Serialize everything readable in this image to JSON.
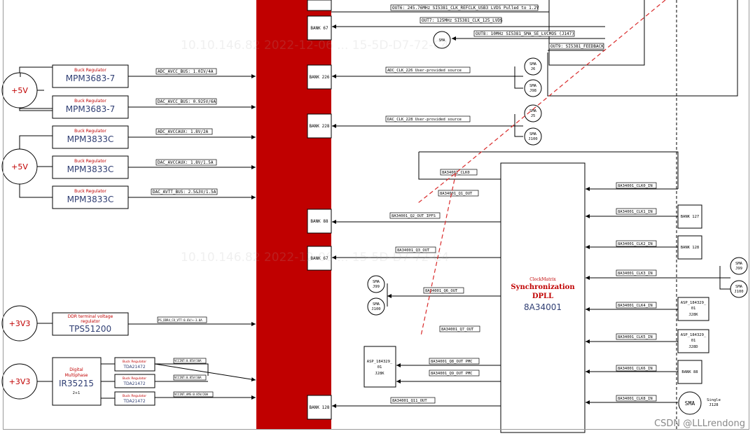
{
  "fpga": {
    "color": "#c00000"
  },
  "supplies": [
    {
      "label": "+5V"
    },
    {
      "label": "+5V"
    },
    {
      "label": "+3V3"
    },
    {
      "label": "+3V3"
    }
  ],
  "regulators": [
    {
      "title": "Buck Regulator",
      "part": "MPM3683-7",
      "rail": "ADC_AVCC_BUS: 1.0IV/4A"
    },
    {
      "title": "Buck Regulator",
      "part": "MPM3683-7",
      "rail": "DAC_AVCC_BUS: 0.925V/6A"
    },
    {
      "title": "Buck Regulator",
      "part": "MPM3833C",
      "rail": "ADC_AVCCAUX: 1.8V/2A"
    },
    {
      "title": "Buck Regulator",
      "part": "MPM3833C",
      "rail": "DAC_AVCCAUX: 1.8V/1.5A"
    },
    {
      "title": "Buck Regulator",
      "part": "MPM3833C",
      "rail": "DAC_AVTT_BUS: 2.5&3V/1.5A"
    }
  ],
  "ddr_reg": {
    "title_line1": "DDR terminal voltage",
    "title_line2": "regulator",
    "part": "TPS51200",
    "rail": "PS_DDR4_CO_VTT:0.6V/+-3.0A"
  },
  "digital_mp": {
    "title_line1": "Digital",
    "title_line2": "Multiphase",
    "part": "IR35215",
    "sub": "2+1"
  },
  "tda": [
    {
      "title": "Buck Regulator",
      "part": "TDA21472",
      "rail": "VCCINT:0.85V/30A"
    },
    {
      "title": "Buck Regulator",
      "part": "TDA21472",
      "rail": "VCCINT:0.85V/30A"
    },
    {
      "title": "Buck Regulator",
      "part": "TDA21472",
      "rail": "VCCINT_AMS:0.85V/20A"
    }
  ],
  "banks_left": [
    "BANK 67",
    "BANK 226",
    "BANK 228",
    "BANK 88",
    "BANK 67",
    "BANK 128"
  ],
  "top_signals": [
    "OUT6: 245.76MHz SI5381_CLK_REFCLK_USB3 LVDS Pulled to 1.2V",
    "OUT7: 125MHz SI5381_CLK_125_LVDS",
    "OUT8: 10MHz SI5381_SMA_SE_LVCMOS (J147)",
    "OUT9: SI5381_FEEDBACK"
  ],
  "adc_clk": "ADC_CLK_226 User-provided source",
  "dac_clk": "DAC_CLK_228 User-provided source",
  "sma_top": [
    "SMA",
    "SMA",
    "J6",
    "SMA",
    "J98",
    "SMA",
    "J5",
    "SMA",
    "J100"
  ],
  "dpll": {
    "brand": "ClockMatrix",
    "title_line1": "Synchronization",
    "title_line2": "DPLL",
    "part": "8A34001"
  },
  "dpll_outputs": [
    "8A34001_CLK0",
    "8A34001_Q1_OUT",
    "8A34001_Q2_OUT IPFS",
    "8A34001_Q3_OUT",
    "8A34001_Q6_OUT",
    "8A34001_Q7_OUT",
    "8A34001_Q8_OUT PMC",
    "8A34001_Q9_OUT PMC",
    "8A34001_Q11_OUT"
  ],
  "dpll_inputs": [
    "8A34001_CLK0_IN",
    "8A34001_CLK1_IN",
    "8A34001_CLK2_IN",
    "8A34001_CLK3_IN",
    "8A34001_CLK4_IN",
    "8A34001_CLK5_IN",
    "8A34001_CLK6_IN",
    "8A34001_CLK8_IN"
  ],
  "right_boxes": [
    {
      "l1": "BANK 127",
      "l2": ""
    },
    {
      "l1": "BANK 128",
      "l2": ""
    },
    {
      "l1": "ASP_184329_",
      "l2": "01",
      "l3": "J28K"
    },
    {
      "l1": "ASP_184329_",
      "l2": "01",
      "l3": "J28D"
    },
    {
      "l1": "BANK 88",
      "l2": ""
    }
  ],
  "sma_right": [
    {
      "l1": "SMA",
      "l2": "J99"
    },
    {
      "l1": "SMA",
      "l2": "J100"
    }
  ],
  "sma_mid": [
    {
      "l1": "SMA",
      "l2": "J99"
    },
    {
      "l1": "SMA",
      "l2": "J100"
    }
  ],
  "asp_mid": {
    "l1": "ASP_184329_",
    "l2": "01",
    "l3": "J28K"
  },
  "single_sma": {
    "label": "SMA",
    "note1": "Single",
    "note2": "J128"
  },
  "watermarks": [
    "10.10.146.82 2022-12-06 ... 15-5D-D7-72-C4"
  ],
  "footer_credit": "CSDN @LLLrendong"
}
